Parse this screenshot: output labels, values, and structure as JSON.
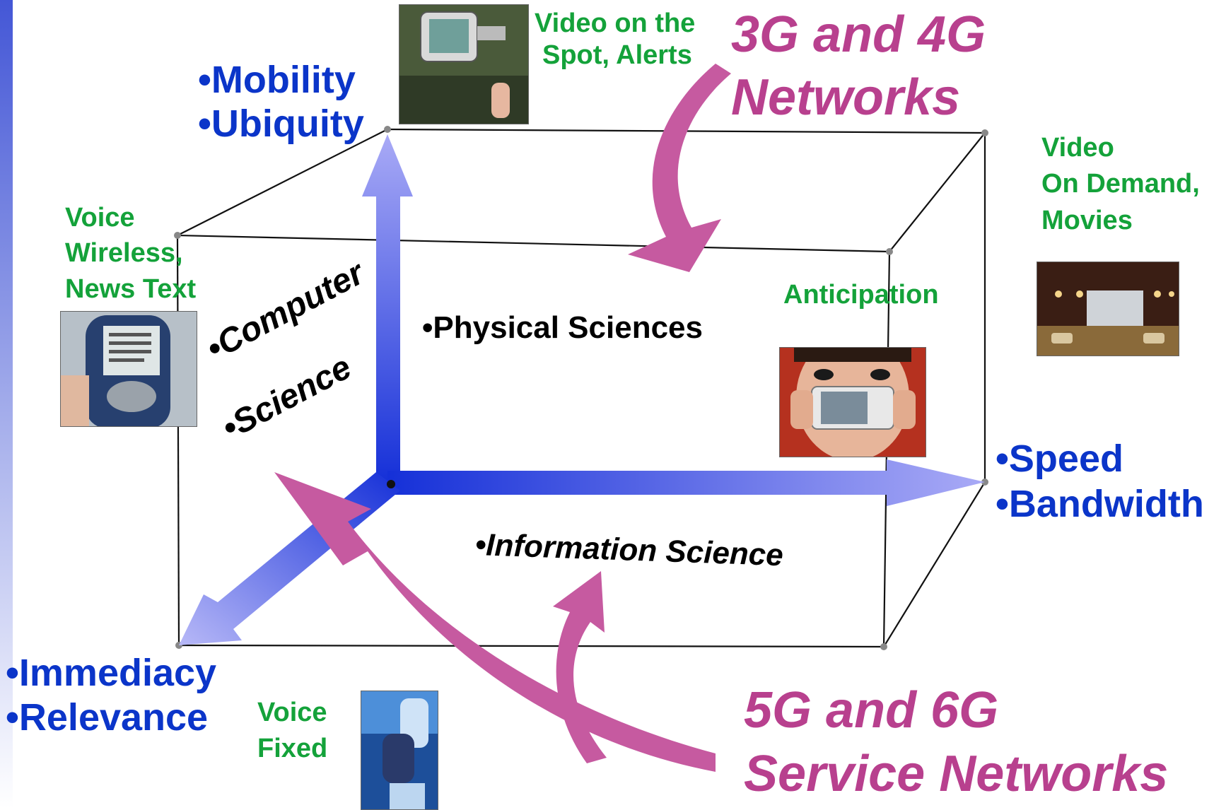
{
  "axes": {
    "vertical": [
      "Mobility",
      "Ubiquity"
    ],
    "horizontal": [
      "Speed",
      "Bandwidth"
    ],
    "depth": [
      "Immediacy",
      "Relevance"
    ],
    "bullet": "•"
  },
  "sciences": {
    "physical": "•Physical Sciences",
    "computer_line1": "•Computer",
    "computer_line2": "•Science",
    "information": "•Information Science"
  },
  "services": {
    "video_spot": [
      "Video on the",
      "Spot, Alerts"
    ],
    "voice_wireless": [
      "Voice",
      "Wireless,",
      "News Text"
    ],
    "video_demand": [
      "Video",
      "On Demand,",
      "Movies"
    ],
    "anticipation": "Anticipation",
    "voice_fixed": [
      "Voice",
      "Fixed"
    ]
  },
  "networks": {
    "g34": [
      "3G and 4G",
      "Networks"
    ],
    "g56": [
      "5G and 6G",
      "Service Networks"
    ]
  },
  "colors": {
    "axis_blue": "#1530d8",
    "axis_light": "#a9aaf6",
    "curve_magenta": "#c65aa0",
    "service_green": "#14a23a",
    "label_blue": "#0b35c9",
    "network_magenta": "#b8408e",
    "left_bar": "#4457d6"
  },
  "icons": {
    "phone_video": "camera-phone-icon",
    "phone_text": "mobile-text-phone-icon",
    "home_theater": "home-theater-icon",
    "anticipation": "video-phone-face-icon",
    "fixed_phone": "fixed-phone-handset-icon"
  }
}
